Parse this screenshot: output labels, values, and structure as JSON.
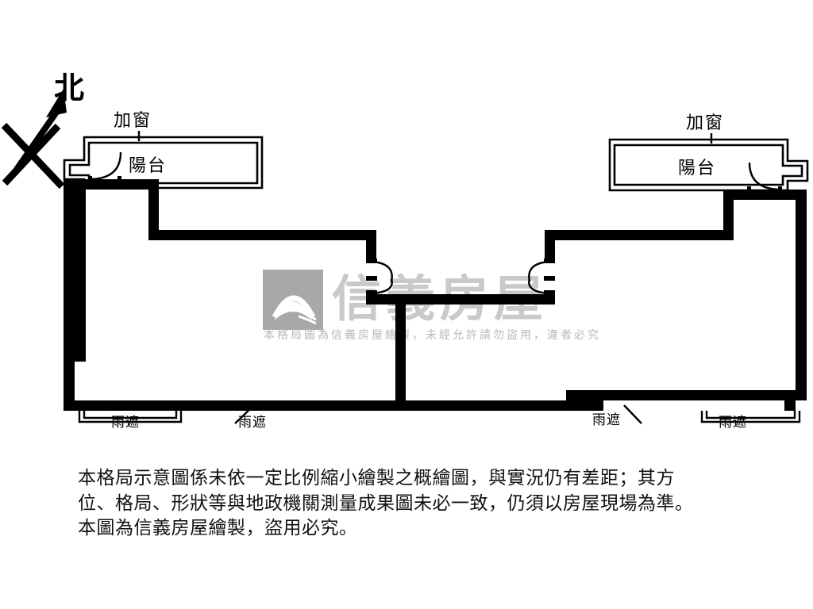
{
  "document": {
    "type": "floor-plan",
    "title": "格局示意圖",
    "background_color": "#ffffff",
    "wall_color": "#000000",
    "watermark_color": "#c9c9c9"
  },
  "compass": {
    "label": "北",
    "direction": "north-up-right"
  },
  "annotations": {
    "added_window_left": "加窗",
    "added_window_right": "加窗",
    "balcony_left": "陽台",
    "balcony_right": "陽台",
    "rain_shelter_1": "雨遮",
    "rain_shelter_2": "雨遮",
    "rain_shelter_3": "雨遮",
    "rain_shelter_4": "雨遮"
  },
  "watermark": {
    "brand": "信義房屋",
    "notice": "本格局圖為信義房屋繪製，未經允許請勿盜用，違者必究"
  },
  "disclaimer": {
    "line1": "本格局示意圖係未依一定比例縮小繪製之概繪圖，與實況仍有差距；其方",
    "line2": "位、格局、形狀等與地政機關測量成果圖未必一致，仍須以房屋現場為準。",
    "line3": "本圖為信義房屋繪製，盜用必究。"
  }
}
